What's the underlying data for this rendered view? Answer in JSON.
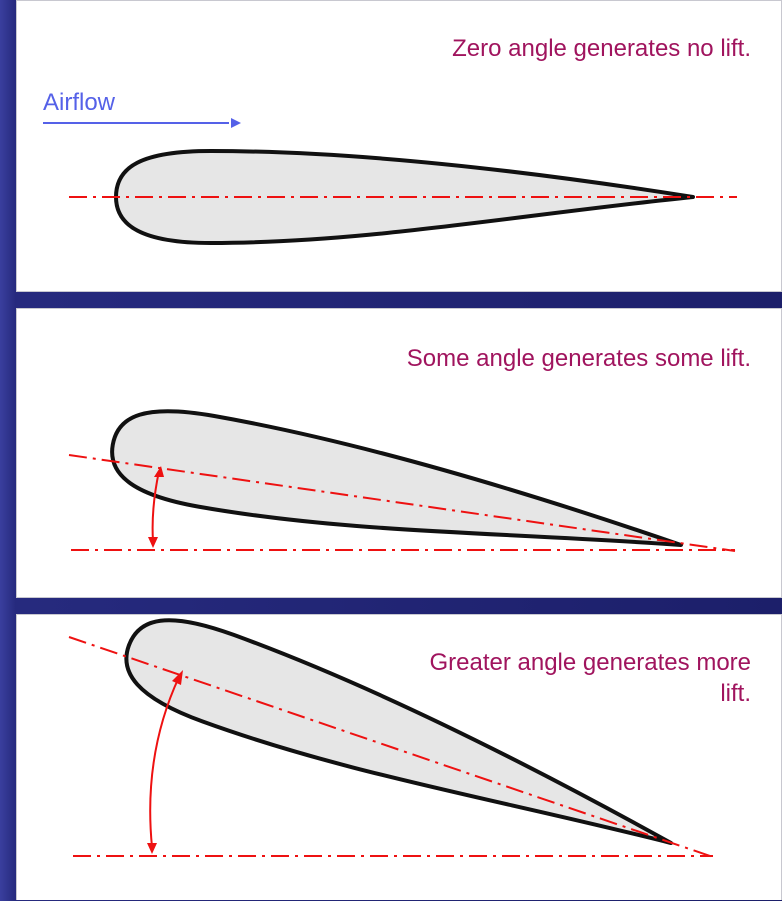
{
  "panels": [
    {
      "caption": "Zero angle generates no lift."
    },
    {
      "caption": "Some angle generates some lift."
    },
    {
      "caption": "Greater angle generates more lift."
    }
  ],
  "airflow_label": "Airflow",
  "colors": {
    "background": "#1c1f6a",
    "panel": "#ffffff",
    "caption": "#a0145e",
    "airflow": "#5561e8",
    "chord_line": "#ee1111",
    "airfoil_fill": "#e6e6e6",
    "airfoil_outline": "#111111"
  }
}
